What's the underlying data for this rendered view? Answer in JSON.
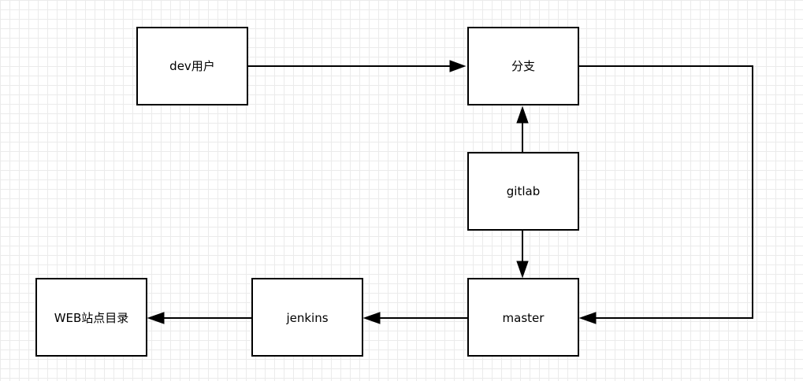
{
  "diagram": {
    "nodes": {
      "dev_user": {
        "label": "dev用户"
      },
      "branch": {
        "label": "分支"
      },
      "gitlab": {
        "label": "gitlab"
      },
      "master": {
        "label": "master"
      },
      "jenkins": {
        "label": "jenkins"
      },
      "web_dir": {
        "label": "WEB站点目录"
      }
    },
    "edges": [
      {
        "from": "dev_user",
        "to": "branch"
      },
      {
        "from": "gitlab",
        "to": "branch"
      },
      {
        "from": "gitlab",
        "to": "master"
      },
      {
        "from": "branch",
        "to": "master"
      },
      {
        "from": "master",
        "to": "jenkins"
      },
      {
        "from": "jenkins",
        "to": "web_dir"
      }
    ]
  }
}
